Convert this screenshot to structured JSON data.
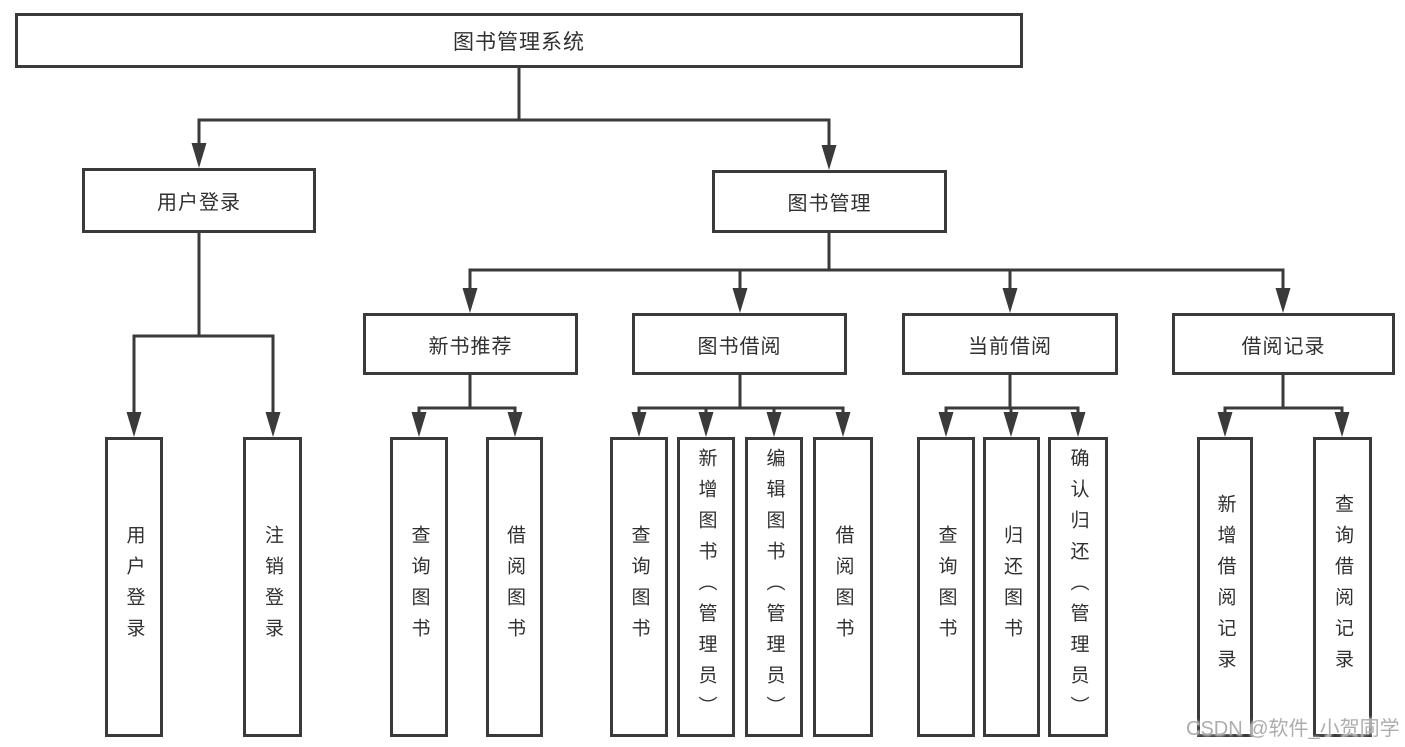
{
  "diagram_type": "hierarchy-tree",
  "tree": {
    "label": "图书管理系统",
    "children": [
      {
        "label": "用户登录",
        "children": [
          {
            "label": "用户登录"
          },
          {
            "label": "注销登录"
          }
        ]
      },
      {
        "label": "图书管理",
        "children": [
          {
            "label": "新书推荐",
            "children": [
              {
                "label": "查询图书"
              },
              {
                "label": "借阅图书"
              }
            ]
          },
          {
            "label": "图书借阅",
            "children": [
              {
                "label": "查询图书"
              },
              {
                "label": "新增图书（管理员）"
              },
              {
                "label": "编辑图书（管理员）"
              },
              {
                "label": "借阅图书"
              }
            ]
          },
          {
            "label": "当前借阅",
            "children": [
              {
                "label": "查询图书"
              },
              {
                "label": "归还图书"
              },
              {
                "label": "确认归还（管理员）"
              }
            ]
          },
          {
            "label": "借阅记录",
            "children": [
              {
                "label": "新增借阅记录"
              },
              {
                "label": "查询借阅记录"
              }
            ]
          }
        ]
      }
    ]
  },
  "watermark": {
    "text": "CSDN @软件_小贺同学"
  },
  "colors": {
    "line": "#3a3a3a",
    "text": "#303030",
    "watermark": "#adadad",
    "background": "#ffffff"
  }
}
